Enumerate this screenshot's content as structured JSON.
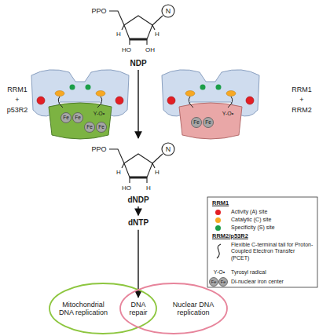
{
  "diagram": {
    "nodes": [
      {
        "text": [
          "NDP"
        ]
      },
      {
        "text": [
          "dNDP"
        ]
      },
      {
        "text": [
          "dNTP"
        ]
      },
      {
        "text": [
          "Mitochondrial DNA replication"
        ]
      },
      {
        "text": [
          "DNA repair"
        ]
      },
      {
        "text": [
          "Nuclear DNA replication"
        ]
      }
    ],
    "edges": [
      {
        "from": 0,
        "to": 1,
        "arrow": "to"
      },
      {
        "from": 1,
        "to": 2,
        "arrow": "to"
      },
      {
        "from": 2,
        "to": 4,
        "arrow": "to"
      }
    ],
    "labels": [
      "PPO",
      "N",
      "H",
      "H",
      "HO",
      "OH",
      "PPO",
      "N",
      "H",
      "H",
      "HO",
      "H",
      "RRM1",
      "+",
      "p53R2",
      "RRM1",
      "+",
      "RRM2",
      "Fe",
      "Fe",
      "Fe",
      "Fe",
      "Y-O•",
      "Fe",
      "Fe",
      "Y-O•",
      "RRM1",
      "RRM2/p53R2",
      "Y-O•",
      "Fe",
      "Fe"
    ],
    "legend": [
      {
        "text": "Activity (A) site",
        "color": "#e31e24"
      },
      {
        "text": "Catalytic (C) site",
        "color": "#f7a823"
      },
      {
        "text": "Specificity (S) site",
        "color": "#1b9e48"
      },
      {
        "text": "Flexible C-terminal tail for Proton-Coupled Electron Transfer (PCET)"
      },
      {
        "text": "Tyrosyl radical"
      },
      {
        "text": "Di-nuclear iron center"
      }
    ]
  }
}
